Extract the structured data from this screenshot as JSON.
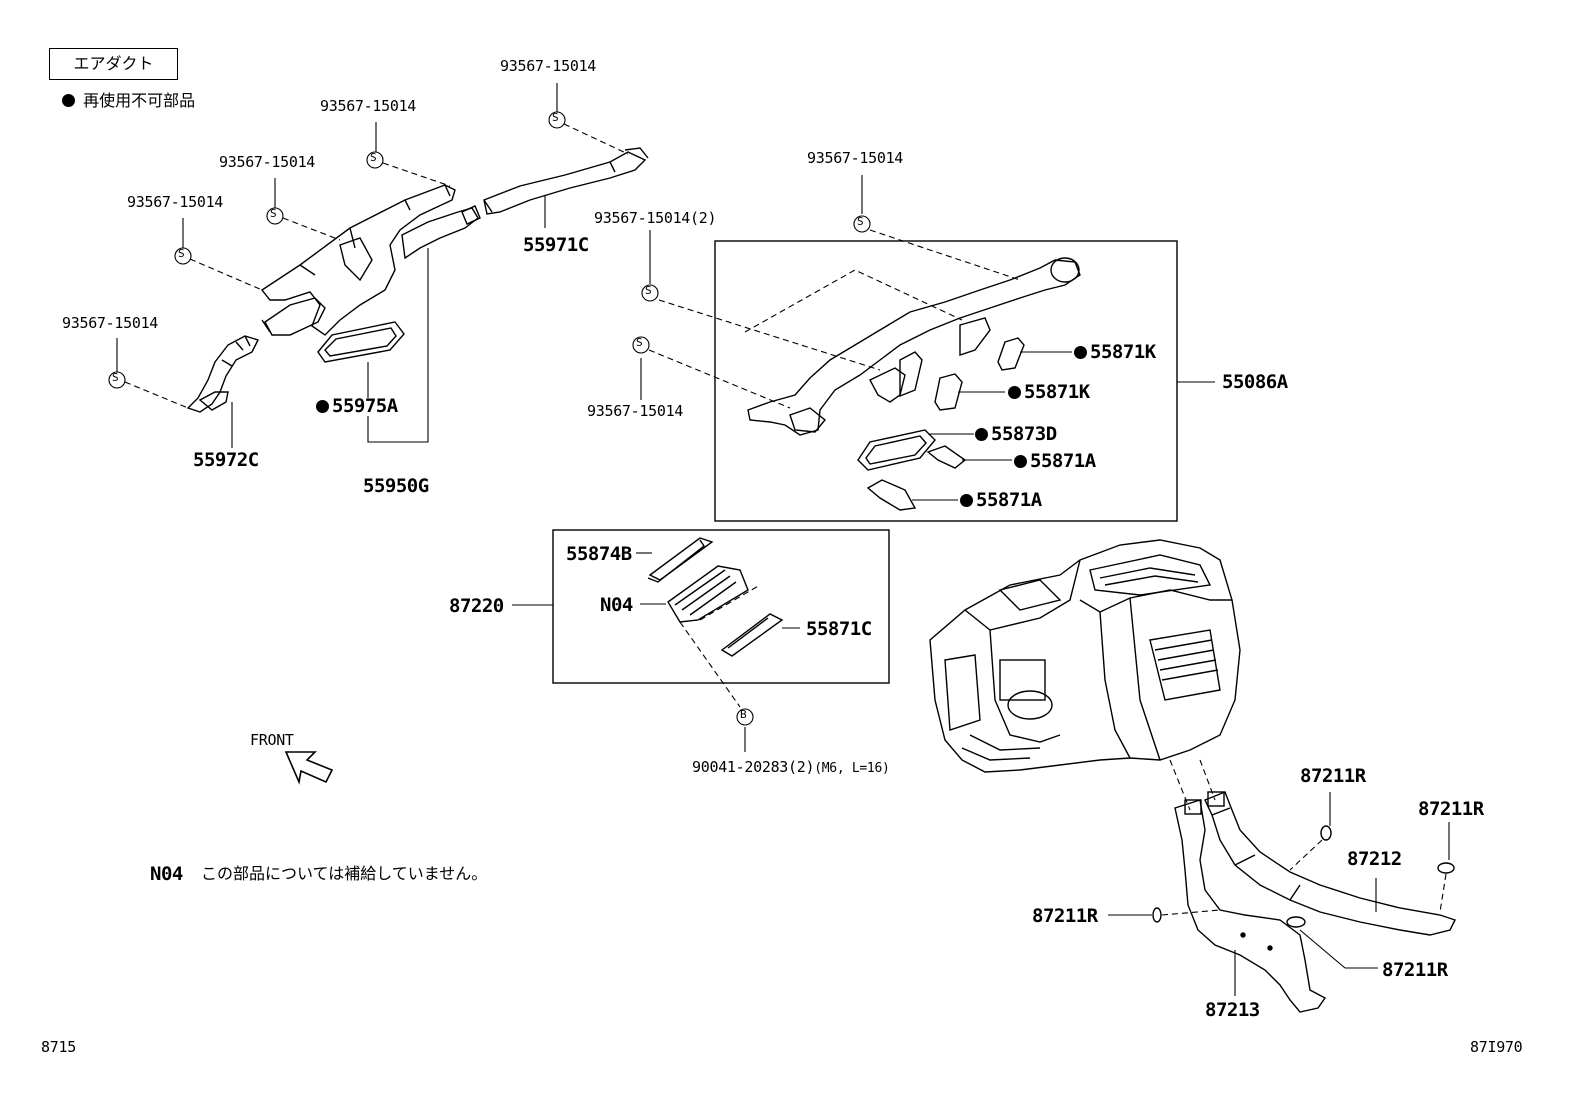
{
  "legend": {
    "title": "エアダクト",
    "non_reusable": "再使用不可部品"
  },
  "parts": {
    "s1": "93567-15014",
    "s2": "93567-15014",
    "s3": "93567-15014",
    "s4": "93567-15014",
    "s5": "93567-15014",
    "s6": "93567-15014",
    "s7": "93567-15014(2)",
    "s8": "93567-15014",
    "p55971C": "55971C",
    "p55972C": "55972C",
    "p55975A": "55975A",
    "p55950G": "55950G",
    "p55871K_1": "55871K",
    "p55871K_2": "55871K",
    "p55086A": "55086A",
    "p55873D": "55873D",
    "p55871A_1": "55871A",
    "p55871A_2": "55871A",
    "p55874B": "55874B",
    "pN04": "N04",
    "p87220": "87220",
    "p55871C": "55871C",
    "bolt": "90041-20283(2)",
    "bolt_spec": "(M6, L=16)",
    "p87211R_1": "87211R",
    "p87211R_2": "87211R",
    "p87212": "87212",
    "p87211R_3": "87211R",
    "p87211R_4": "87211R",
    "p87213": "87213"
  },
  "symbols": {
    "screw": "S",
    "bolt": "B"
  },
  "front_label": "FRONT",
  "note": {
    "code": "N04",
    "text": "この部品については補給していません。"
  },
  "footer": {
    "left": "8715",
    "right": "87I970"
  }
}
